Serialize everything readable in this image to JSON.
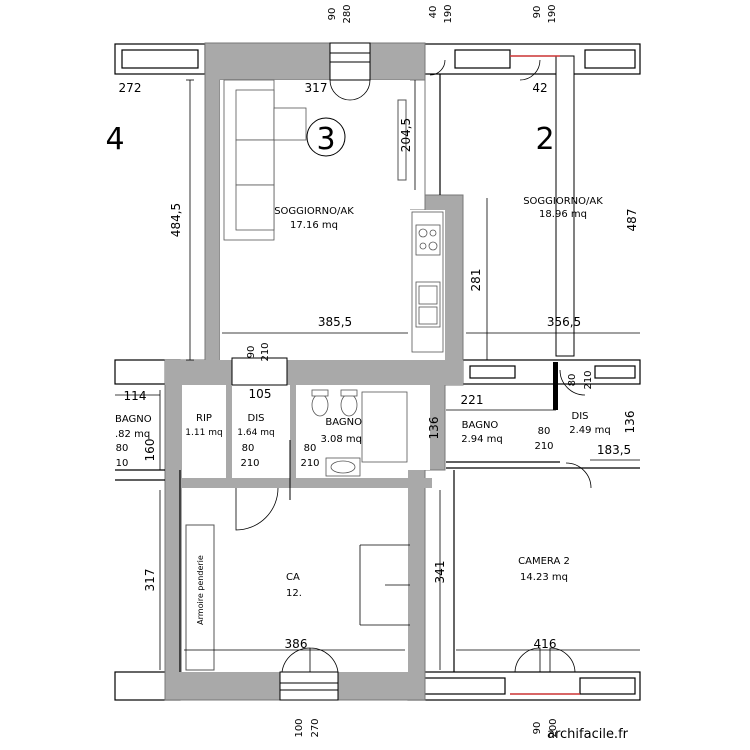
{
  "rooms": {
    "living_3": {
      "name": "SOGGIORNO/AK",
      "area": "17.16 mq",
      "number": "3"
    },
    "living_2": {
      "name": "SOGGIORNO/AK",
      "area": "18.96 mq",
      "number": "2"
    },
    "living_4": {
      "number": "4"
    },
    "rip": {
      "name": "RIP",
      "area": "1.11 mq"
    },
    "dis_left": {
      "name": "DIS",
      "area": "1.64 mq"
    },
    "bagno_center": {
      "name": "BAGNO",
      "area": "3.08 mq"
    },
    "bagno_left": {
      "name": "BAGNO",
      "area": ".82 mq"
    },
    "bagno_right": {
      "name": "BAGNO",
      "area": "2.94 mq"
    },
    "dis_right": {
      "name": "DIS",
      "area": "2.49 mq"
    },
    "camera_2": {
      "name": "CAMERA 2",
      "area": "14.23 mq"
    },
    "camera_left": {
      "name": "CA",
      "area": "12."
    }
  },
  "furniture": {
    "wardrobe_label": "Armoire  penderie"
  },
  "dimensions": {
    "d272": "272",
    "d317_top": "317",
    "d42": "42",
    "d204_5": "204,5",
    "d484_5": "484,5",
    "d487": "487",
    "d281": "281",
    "d385_5": "385,5",
    "d356_5": "356,5",
    "d114": "114",
    "d105": "105",
    "d221": "221",
    "d136_center": "136",
    "d136_right": "136",
    "d160": "160",
    "d183_5": "183,5",
    "d317_left": "317",
    "d341": "341",
    "d386": "386",
    "d416": "416",
    "d90a": "90",
    "d280": "280",
    "d40": "40",
    "d190a": "190",
    "d90b": "90",
    "d190b": "190",
    "d90c": "90",
    "d210a": "210",
    "d80a": "80",
    "d210b": "210",
    "d80b": "80",
    "d210c": "210",
    "d80c": "80",
    "d210d": "210",
    "d80d": "80",
    "d10": "10",
    "d80e": "80",
    "d210e": "210",
    "d100": "100",
    "d270": "270",
    "d90d": "90",
    "d200": "200"
  },
  "watermark": "archifacile.fr",
  "colors": {
    "wall": "#a9a9a9",
    "line": "#000000",
    "accent": "#cc3333"
  }
}
